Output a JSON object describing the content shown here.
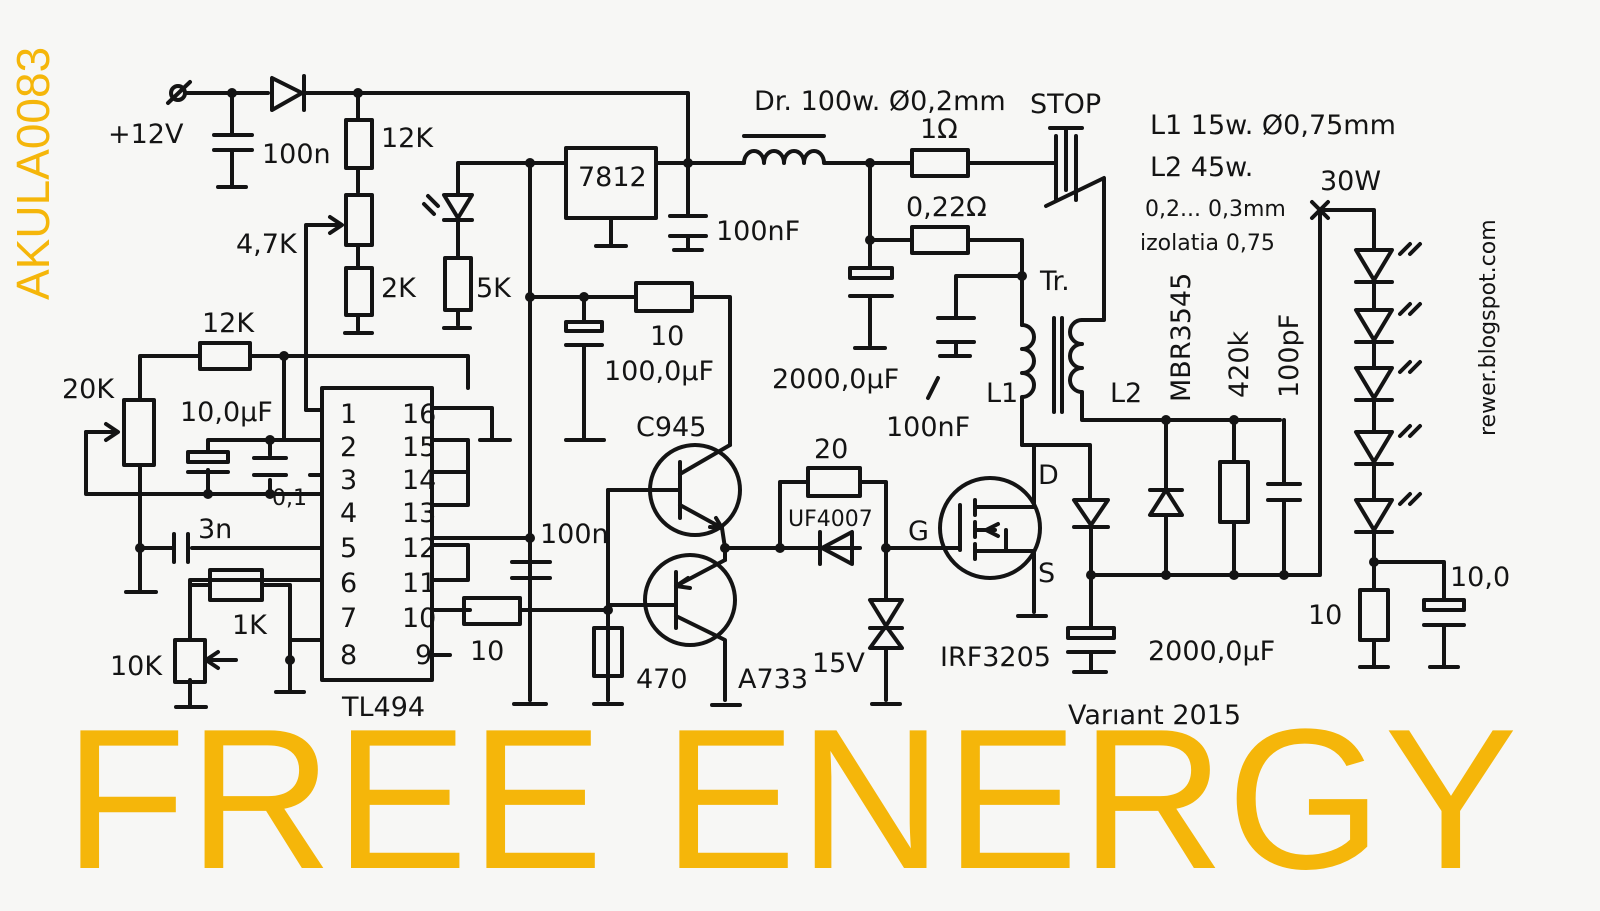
{
  "banner": "FREE ENERGY",
  "watermark": "AKULA0083",
  "author_vertical": "rewer.blogspot.com",
  "variant": "Varıant 2015",
  "notes": {
    "choke": "Dr. 100w. Ø0,2mm",
    "stop": "STOP",
    "l1": "L1 15w. Ø0,75mm",
    "l2": "L2 45w.",
    "wire": "0,2... 0,3mm",
    "insulation": "izolatia 0,75",
    "power": "30W"
  },
  "labels": {
    "v12": "+12V",
    "c100n_in": "100n",
    "r12k_top": "12K",
    "r47k": "4,7K",
    "r2k": "2K",
    "r5k": "5K",
    "r12k_fb": "12K",
    "r20k": "20K",
    "c10uf": "10,0µF",
    "c01": "0,1",
    "c3n": "3n",
    "r1k": "1K",
    "r10k": "10K",
    "ic": "TL494",
    "reg": "7812",
    "c100nf_reg": "100nF",
    "c100uf": "100,0µF",
    "r10_reg": "10",
    "q1": "C945",
    "q2": "A733",
    "c100n_mid": "100n",
    "r10_gate": "10",
    "r470": "470",
    "r20": "20",
    "d_uf": "UF4007",
    "zener": "15V",
    "c2000_top": "2000,0µF",
    "c100nf_top": "100nF",
    "r1ohm": "1Ω",
    "r022": "0,22Ω",
    "tr": "Tr.",
    "l1": "L1",
    "l2": "L2",
    "mosfet": "IRF3205",
    "pin_g": "G",
    "pin_d": "D",
    "pin_s": "S",
    "c2000_bot": "2000,0µF",
    "schottky": "MBR3545",
    "r420k": "420k",
    "c100pf": "100pF",
    "r10_led": "10",
    "c10_led": "10,0"
  },
  "ic_pins_left": [
    "1",
    "2",
    "3",
    "4",
    "5",
    "6",
    "7",
    "8"
  ],
  "ic_pins_right": [
    "16",
    "15",
    "14",
    "13",
    "12",
    "11",
    "10",
    "9"
  ]
}
